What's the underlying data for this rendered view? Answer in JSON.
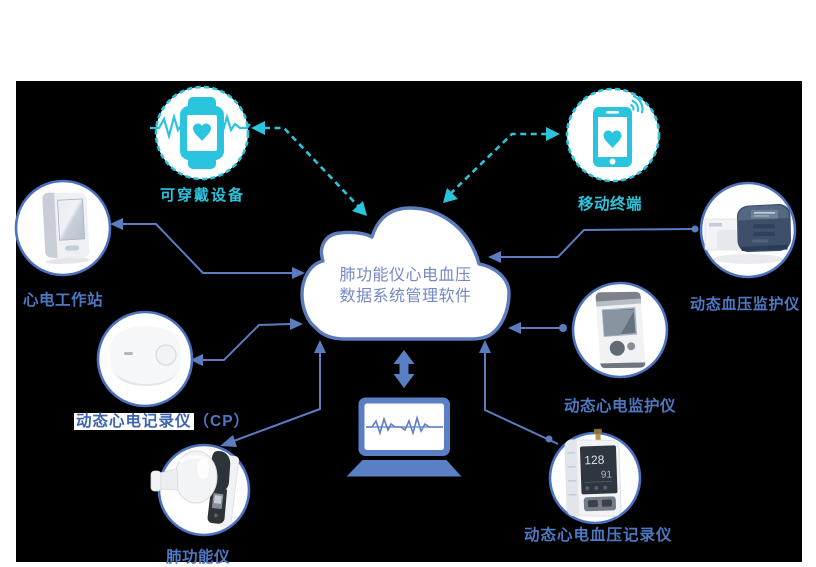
{
  "colors": {
    "panel_bg": "#000000",
    "page_bg": "#ffffff",
    "arrow_blue": "#5b7cbe",
    "circle_border_blue": "#4b71c1",
    "label_blue": "#4f78c2",
    "cloud_text_blue": "#7488c6",
    "cyan": "#2bc4de",
    "laptop_blue": "#5b7fc4"
  },
  "cloud": {
    "line1": "肺功能仪心电血压",
    "line2": "数据系统管理软件"
  },
  "nodes": {
    "wearable": {
      "label": "可穿戴设备",
      "icon": "smartwatch-heart-ecg-icon"
    },
    "mobile": {
      "label": "移动终端",
      "icon": "smartphone-heart-wifi-icon"
    },
    "workstation": {
      "label": "心电工作站",
      "icon": "ecg-workstation-photo"
    },
    "cp_recorder": {
      "label_highlight": "动态心电记录仪",
      "label_suffix": "（CP）",
      "icon": "holter-recorder-photo"
    },
    "pulmonary": {
      "label": "肺功能仪",
      "icon": "spirometer-photo"
    },
    "bp_monitor": {
      "label": "动态血压监护仪",
      "icon": "bp-monitor-cuff-photo"
    },
    "ecg_monitor": {
      "label": "动态心电监护仪",
      "icon": "ecg-monitor-photo"
    },
    "bp_ecg_recorder": {
      "label": "动态心电血压记录仪",
      "icon": "bp-ecg-recorder-photo",
      "screen_top_reading": "128",
      "screen_bottom_reading": "91"
    },
    "laptop": {
      "label": "",
      "icon": "laptop-ecg-icon"
    }
  }
}
